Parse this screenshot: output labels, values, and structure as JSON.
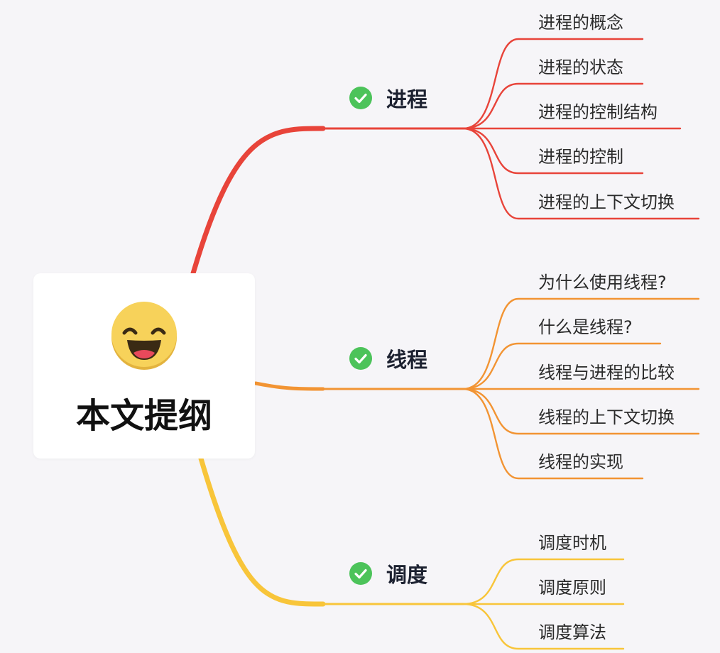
{
  "root": {
    "title": "本文提纲",
    "icon": "grinning-face-icon"
  },
  "branches": [
    {
      "id": "process",
      "label": "进程",
      "color": "#e8443a",
      "icon": "check-circle-icon",
      "children": [
        "进程的概念",
        "进程的状态",
        "进程的控制结构",
        "进程的控制",
        "进程的上下文切换"
      ]
    },
    {
      "id": "thread",
      "label": "线程",
      "color": "#f29433",
      "icon": "check-circle-icon",
      "children": [
        "为什么使用线程?",
        "什么是线程?",
        "线程与进程的比较",
        "线程的上下文切换",
        "线程的实现"
      ]
    },
    {
      "id": "schedule",
      "label": "调度",
      "color": "#f8c53a",
      "icon": "check-circle-icon",
      "children": [
        "调度时机",
        "调度原则",
        "调度算法"
      ]
    }
  ],
  "colors": {
    "check_green": "#4cc35a",
    "background": "#f6f5f8"
  }
}
